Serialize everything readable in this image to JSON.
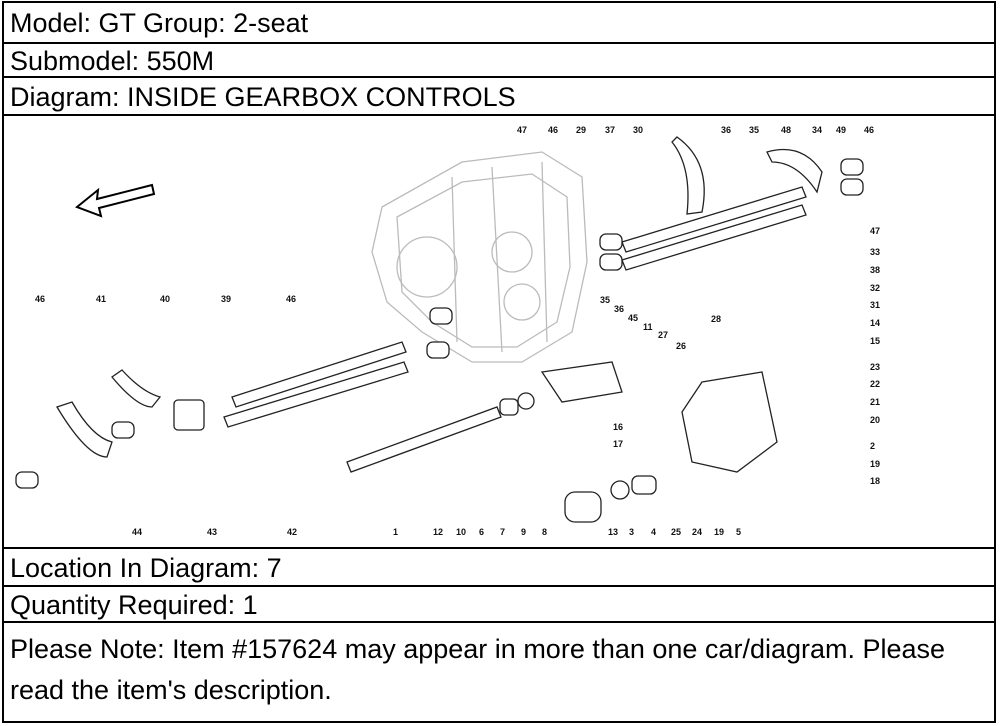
{
  "header": {
    "model": "Model: GT Group: 2-seat",
    "submodel": "Submodel: 550M",
    "diagram": "Diagram: INSIDE GEARBOX CONTROLS"
  },
  "diagram_callouts": [
    "47",
    "46",
    "29",
    "37",
    "30",
    "36",
    "35",
    "48",
    "34",
    "49",
    "46",
    "47",
    "33",
    "38",
    "32",
    "31",
    "14",
    "15",
    "23",
    "22",
    "21",
    "20",
    "2",
    "19",
    "18",
    "35",
    "36",
    "45",
    "11",
    "27",
    "26",
    "28",
    "16",
    "17",
    "13",
    "3",
    "4",
    "25",
    "24",
    "19",
    "5",
    "12",
    "10",
    "6",
    "7",
    "9",
    "8",
    "1",
    "42",
    "43",
    "44",
    "46",
    "41",
    "40",
    "39",
    "46"
  ],
  "footer": {
    "location": "Location In Diagram: 7",
    "quantity": "Quantity Required: 1",
    "note": "Please Note: Item #157624 may appear in more than one car/diagram. Please read the item's description."
  }
}
